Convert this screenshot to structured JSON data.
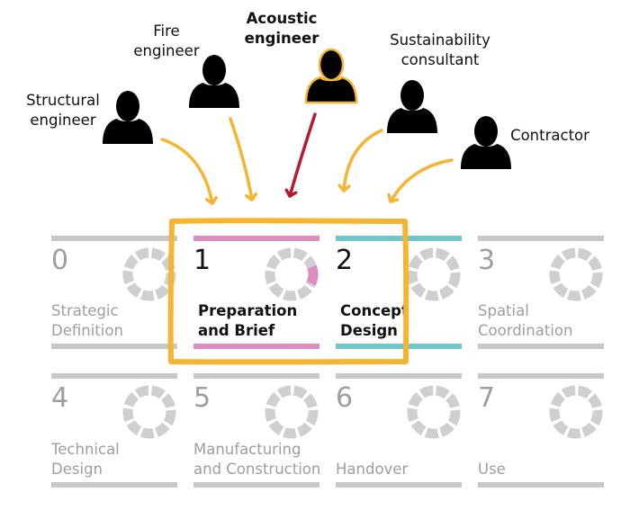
{
  "colors": {
    "gray_bar": "#c8c8c8",
    "gray_text": "#9e9e9e",
    "gray_ring": "#cfcfcf",
    "pink": "#dc8ec0",
    "teal": "#71c6c8",
    "orange": "#f5b431",
    "highlight_box": "#f5b431",
    "red_arrow": "#b8192e",
    "person_black": "#000000",
    "dark_text": "#111111"
  },
  "people": [
    {
      "name": [
        "Structural",
        "engineer"
      ],
      "highlighted": false
    },
    {
      "name": [
        "Fire",
        "engineer"
      ],
      "highlighted": false
    },
    {
      "name": [
        "Acoustic",
        "engineer"
      ],
      "highlighted": true
    },
    {
      "name": [
        "Sustainability",
        "consultant"
      ],
      "highlighted": false
    },
    {
      "name": [
        "Contractor"
      ],
      "highlighted": false
    }
  ],
  "stages": [
    {
      "number": "0",
      "name": [
        "Strategic",
        "Definition"
      ],
      "active": false,
      "accent": "gray"
    },
    {
      "number": "1",
      "name": [
        "Preparation",
        "and Brief"
      ],
      "active": true,
      "accent": "pink"
    },
    {
      "number": "2",
      "name": [
        "Concept",
        "Design"
      ],
      "active": true,
      "accent": "teal"
    },
    {
      "number": "3",
      "name": [
        "Spatial",
        "Coordination"
      ],
      "active": false,
      "accent": "gray"
    },
    {
      "number": "4",
      "name": [
        "Technical",
        "Design"
      ],
      "active": false,
      "accent": "gray"
    },
    {
      "number": "5",
      "name": [
        "Manufacturing",
        "and Construction"
      ],
      "active": false,
      "accent": "gray"
    },
    {
      "number": "6",
      "name": [
        "Handover"
      ],
      "active": false,
      "accent": "gray"
    },
    {
      "number": "7",
      "name": [
        "Use"
      ],
      "active": false,
      "accent": "gray"
    }
  ]
}
